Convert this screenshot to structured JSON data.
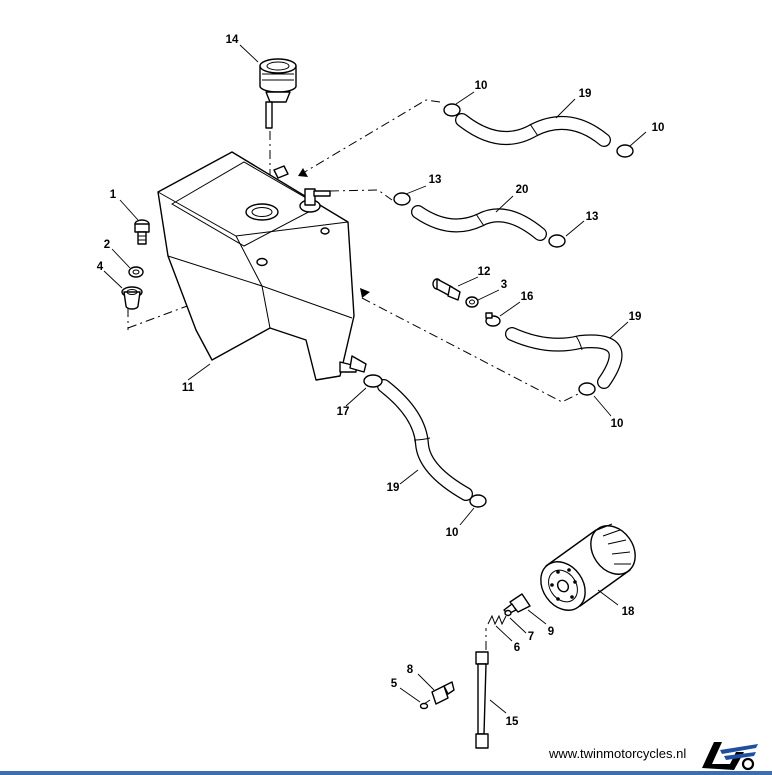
{
  "footer": {
    "website": "www.twinmotorcycles.nl",
    "logo": "twin-motorcycles-logo"
  },
  "callouts": [
    {
      "id": "c14",
      "text": "14"
    },
    {
      "id": "c10a",
      "text": "10"
    },
    {
      "id": "c19a",
      "text": "19"
    },
    {
      "id": "c10b",
      "text": "10"
    },
    {
      "id": "c13a",
      "text": "13"
    },
    {
      "id": "c20",
      "text": "20"
    },
    {
      "id": "c13b",
      "text": "13"
    },
    {
      "id": "c1",
      "text": "1"
    },
    {
      "id": "c2",
      "text": "2"
    },
    {
      "id": "c4",
      "text": "4"
    },
    {
      "id": "c12",
      "text": "12"
    },
    {
      "id": "c3",
      "text": "3"
    },
    {
      "id": "c16",
      "text": "16"
    },
    {
      "id": "c19b",
      "text": "19"
    },
    {
      "id": "c10c",
      "text": "10"
    },
    {
      "id": "c11",
      "text": "11"
    },
    {
      "id": "c17",
      "text": "17"
    },
    {
      "id": "c19c",
      "text": "19"
    },
    {
      "id": "c10d",
      "text": "10"
    },
    {
      "id": "c18",
      "text": "18"
    },
    {
      "id": "c9",
      "text": "9"
    },
    {
      "id": "c7",
      "text": "7"
    },
    {
      "id": "c6",
      "text": "6"
    },
    {
      "id": "c8",
      "text": "8"
    },
    {
      "id": "c5",
      "text": "5"
    },
    {
      "id": "c15",
      "text": "15"
    }
  ]
}
